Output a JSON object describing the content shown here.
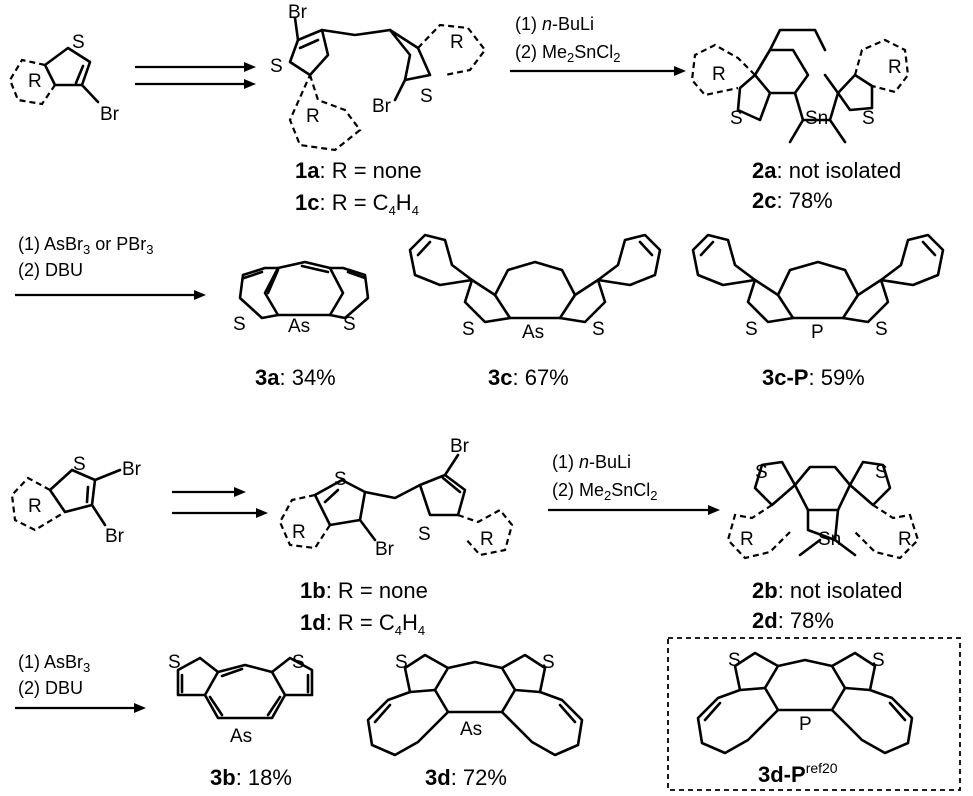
{
  "atoms": {
    "S": "S",
    "Br": "Br",
    "R": "R",
    "As": "As",
    "P": "P",
    "Sn": "Sn"
  },
  "conditions": {
    "row1_step2": {
      "line1_num": "(1) ",
      "line1_reagent": "n",
      "line1_rest": "-BuLi",
      "line2_a": "(2) Me",
      "line2_sub1": "2",
      "line2_b": "SnCl",
      "line2_sub2": "2"
    },
    "row2": {
      "line1_a": "(1) AsBr",
      "line1_sub": "3",
      "line1_b": " or PBr",
      "line1_sub2": "3",
      "line2": "(2) DBU"
    },
    "row3_step2": {
      "line1_num": "(1) ",
      "line1_reagent": "n",
      "line1_rest": "-BuLi",
      "line2_a": "(2) Me",
      "line2_sub1": "2",
      "line2_b": "SnCl",
      "line2_sub2": "2"
    },
    "row4": {
      "line1_a": "(1) AsBr",
      "line1_sub": "3",
      "line2": "(2) DBU"
    }
  },
  "labels": {
    "1a": {
      "id": "1a",
      "text": ": R = none"
    },
    "1c": {
      "id": "1c",
      "text_a": ": R = C",
      "sub1": "4",
      "text_b": "H",
      "sub2": "4"
    },
    "2a": {
      "id": "2a",
      "text": ": not isolated"
    },
    "2c": {
      "id": "2c",
      "text": ": 78%"
    },
    "3a": {
      "id": "3a",
      "text": ": 34%"
    },
    "3c": {
      "id": "3c",
      "text": ": 67%"
    },
    "3cP": {
      "id": "3c-P",
      "text": ": 59%"
    },
    "1b": {
      "id": "1b",
      "text": ": R = none"
    },
    "1d": {
      "id": "1d",
      "text_a": ": R = C",
      "sub1": "4",
      "text_b": "H",
      "sub2": "4"
    },
    "2b": {
      "id": "2b",
      "text": ": not isolated"
    },
    "2d": {
      "id": "2d",
      "text": ": 78%"
    },
    "3b": {
      "id": "3b",
      "text": ": 18%"
    },
    "3d": {
      "id": "3d",
      "text": ": 72%"
    },
    "3dP": {
      "id": "3d-P",
      "sup": "ref20"
    }
  }
}
